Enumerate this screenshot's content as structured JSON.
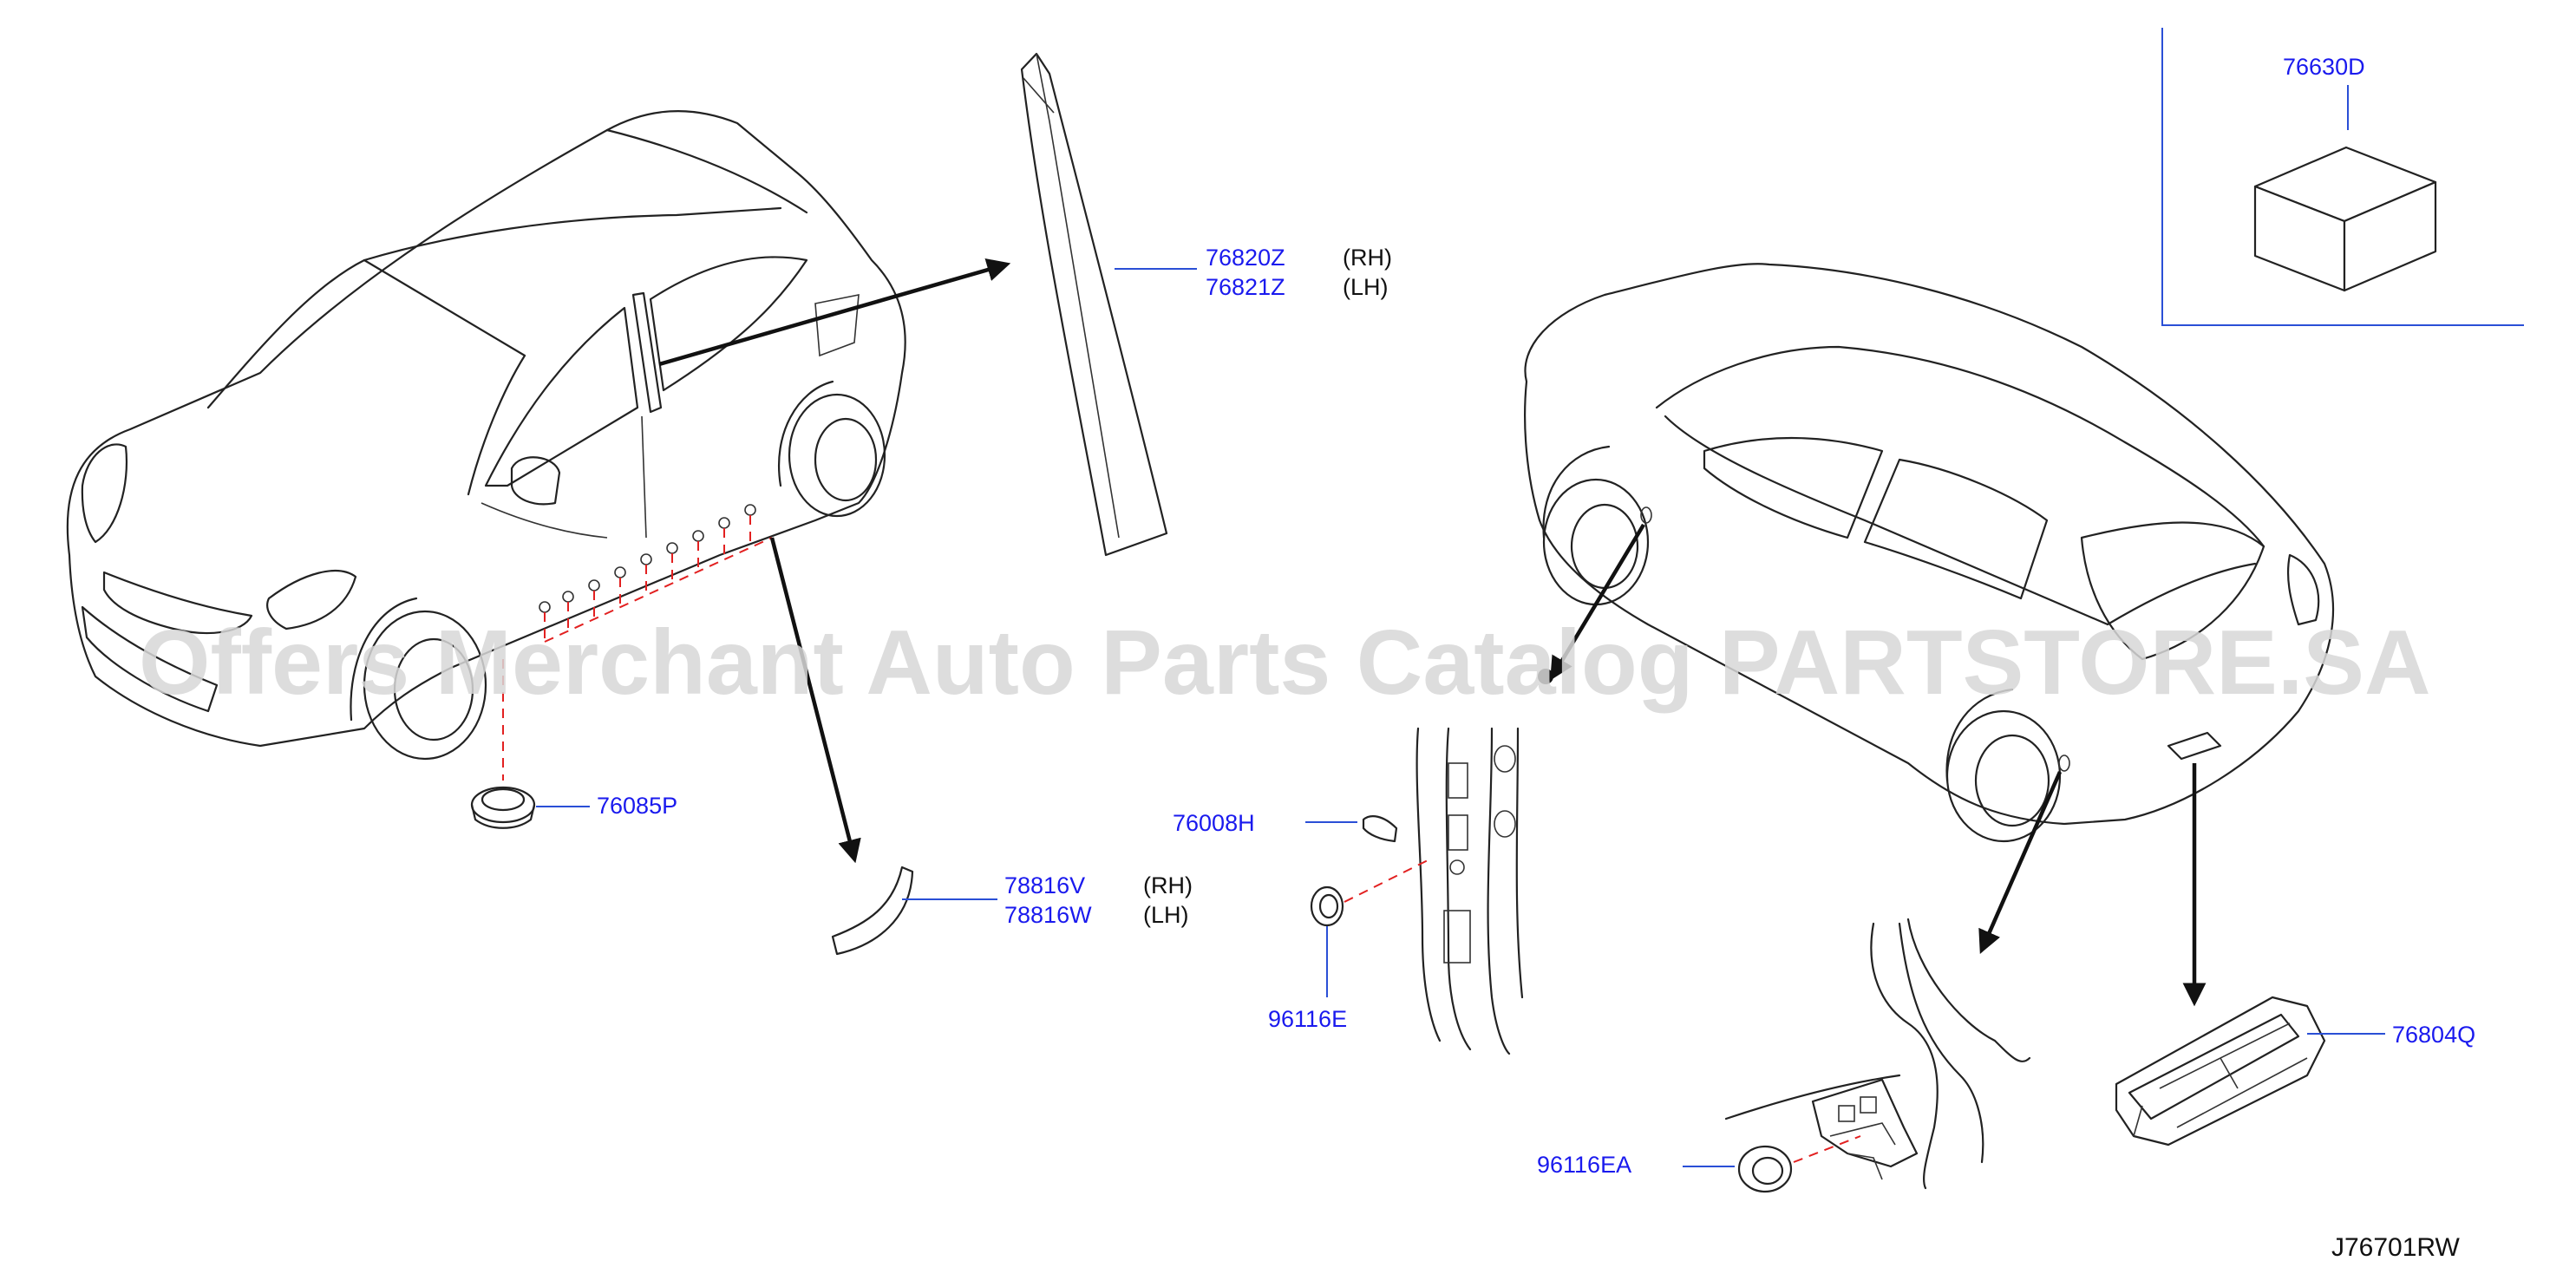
{
  "watermark": "Offers Merchant Auto Parts Catalog PARTSTORE.SA",
  "diagram_code": "J76701RW",
  "parts": {
    "roof_spoiler": "76630D",
    "pillar_rh": "76820Z",
    "pillar_lh": "76821Z",
    "side_rh_tag": "(RH)",
    "side_lh_tag": "(LH)",
    "sill_grommet": "76085P",
    "arch_rh": "78816V",
    "arch_lh": "78816W",
    "seal_76008h": "76008H",
    "plug_96116e": "96116E",
    "plug_96116ea": "96116EA",
    "bracket_76804q": "76804Q"
  },
  "colors": {
    "label": "#1a1aee",
    "leader": "#2a4fd6",
    "dashed_guide": "#e22020",
    "line": "#222222"
  }
}
